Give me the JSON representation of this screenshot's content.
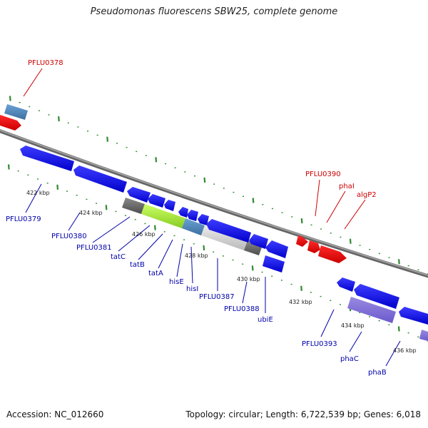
{
  "title": "Pseudomonas fluorescens SBW25, complete genome",
  "footer": {
    "accession": "Accession: NC_012660",
    "summary": "Topology: circular; Length: 6,722,539 bp; Genes: 6,018"
  },
  "colors": {
    "forward_label": "#cc0000",
    "reverse_label": "#0000aa",
    "backbone": "#888888",
    "tick": "#2e8b2e"
  },
  "scale_labels": [
    "422 kbp",
    "424 kbp",
    "426 kbp",
    "428 kbp",
    "430 kbp",
    "432 kbp",
    "434 kbp",
    "436 kbp"
  ],
  "gene_labels": [
    "PFLU0378",
    "PFLU0390",
    "phaI",
    "algP2",
    "PFLU0379",
    "PFLU0380",
    "PFLU0381",
    "tatC",
    "tatB",
    "tatA",
    "hisE",
    "hisI",
    "PFLU0387",
    "PFLU0388",
    "ubiE",
    "PFLU0393",
    "phaC",
    "phaB"
  ]
}
